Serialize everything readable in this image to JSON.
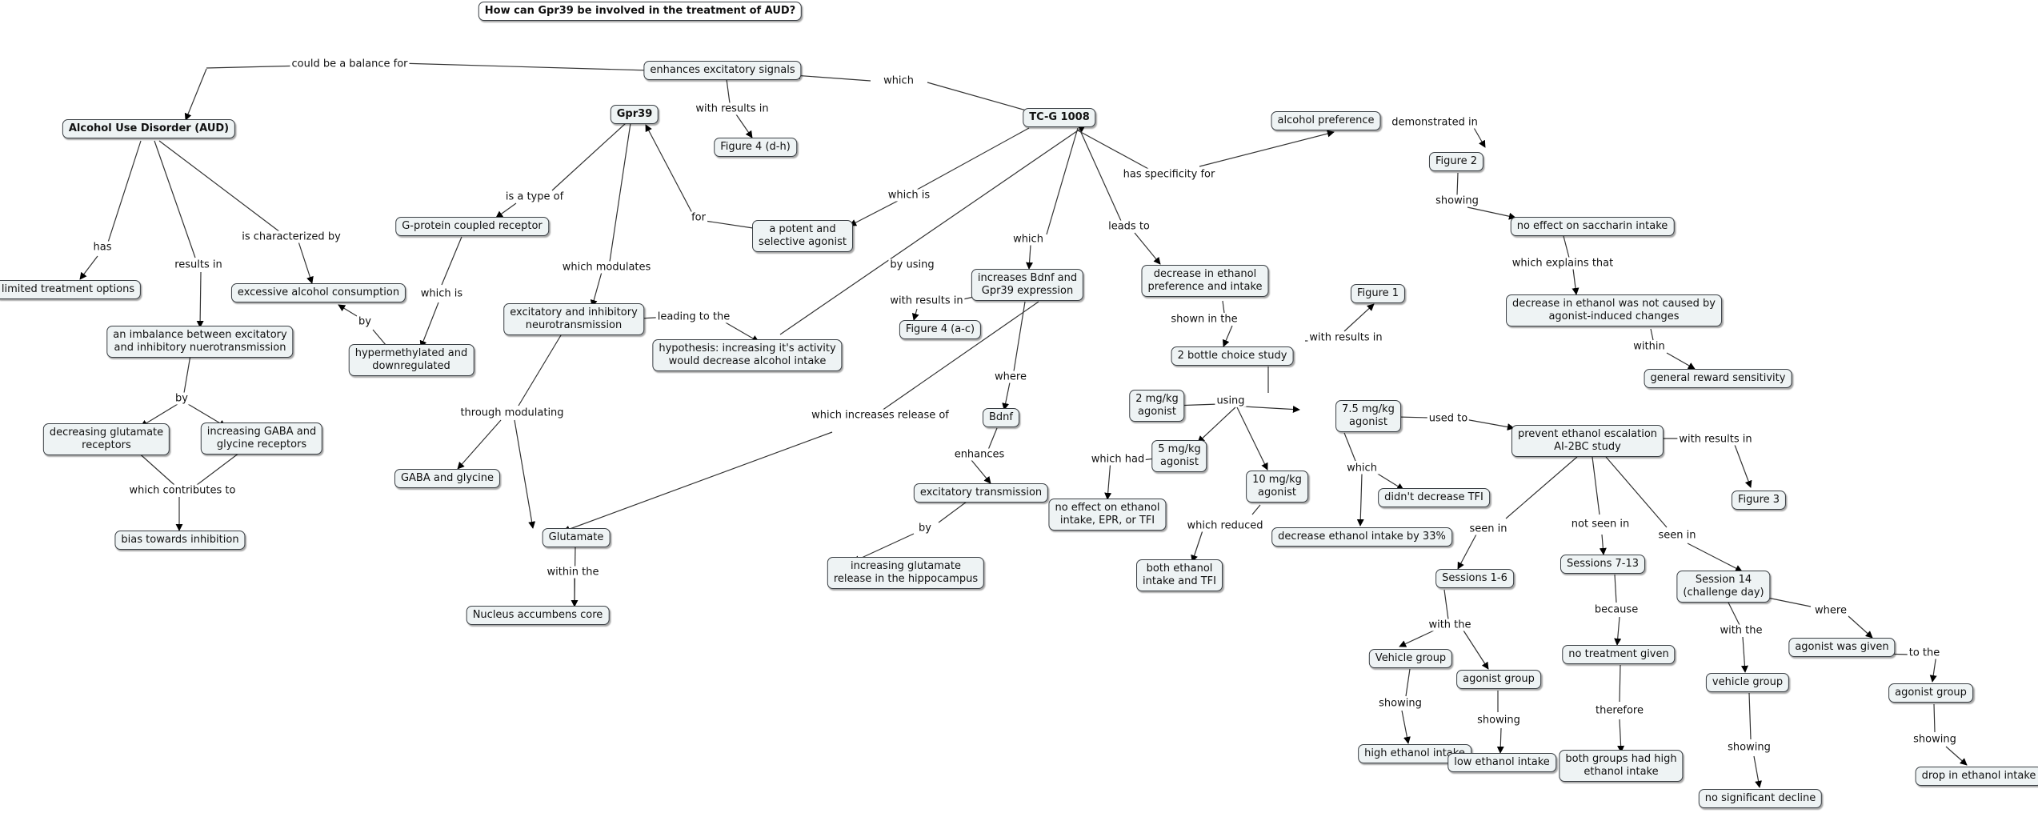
{
  "title": "How can Gpr39 be involved in the treatment of AUD?",
  "nodes": {
    "aud": "Alcohol Use Disorder (AUD)",
    "limited": "limited treatment options",
    "imbalance": "an imbalance between excitatory\nand inhibitory nuerotransmission",
    "excessive": "excessive alcohol consumption",
    "decglut": "decreasing glutamate\nreceptors",
    "incgaba": "increasing GABA and\nglycine receptors",
    "bias": "bias towards inhibition",
    "enhances": "enhances excitatory signals",
    "fig4dh": "Figure 4 (d-h)",
    "gpr39": "Gpr39",
    "gpcr": "G-protein coupled receptor",
    "hyper": "hypermethylated and\ndownregulated",
    "excinh": "excitatory and inhibitory\nneurotransmission",
    "hypothesis": "hypothesis: increasing it's activity\nwould decrease alcohol intake",
    "gaba": "GABA and glycine",
    "glutamate": "Glutamate",
    "nac": "Nucleus accumbens core",
    "potent": "a potent and\nselective agonist",
    "tcg": "TC-G 1008",
    "bdnfgpr": "increases Bdnf and\nGpr39 expression",
    "fig4ac": "Figure 4 (a-c)",
    "bdnf": "Bdnf",
    "exctrans": "excitatory transmission",
    "incglut": "increasing glutamate\nrelease in the hippocampus",
    "alcpref": "alcohol preference",
    "fig2": "Figure 2",
    "nosacch": "no effect on saccharin intake",
    "decnotcaused": "decrease in ethanol was not caused by\nagonist-induced changes",
    "reward": "general reward sensitivity",
    "decethpref": "decrease in ethanol\npreference and intake",
    "fig1": "Figure 1",
    "twobottle": "2 bottle choice study",
    "mg2": "2 mg/kg\nagonist",
    "mg5": "5 mg/kg\nagonist",
    "mg75": "7.5 mg/kg\nagonist",
    "mg10": "10 mg/kg\nagonist",
    "noeffect": "no effect on ethanol\nintake, EPR, or TFI",
    "bothtfi": "both ethanol\nintake and TFI",
    "decby33": "decrease ethanol intake by 33%",
    "didnttfi": "didn't decrease TFI",
    "prevent": "prevent ethanol escalation\nAI-2BC study",
    "fig3": "Figure 3",
    "s16": "Sessions 1-6",
    "s713": "Sessions 7-13",
    "s14": "Session 14\n(challenge day)",
    "vehicle": "Vehicle group",
    "agonistgrp": "agonist group",
    "highintake": "high ethanol intake",
    "lowintake": "low ethanol intake",
    "notreat": "no treatment given",
    "bothhigh": "both groups had high\nethanol intake",
    "vehicle14": "vehicle group",
    "agonistgiven": "agonist was given",
    "agonistgrp14": "agonist group",
    "nodecline": "no significant decline",
    "drop": "drop in ethanol intake"
  },
  "labels": {
    "could_be_balance": "could be a balance for",
    "has": "has",
    "results_in": "results in",
    "is_characterized_by": "is characterized by",
    "by_1": "by",
    "by_2": "by",
    "which_contributes_to": "which contributes to",
    "with_results_in_1": "with results in",
    "which_1": "which",
    "is_a_type_of": "is a type of",
    "which_is_1": "which is",
    "which_modulates": "which modulates",
    "leading_to_the": "leading to the",
    "through_modulating": "through modulating",
    "within_the": "within the",
    "for": "for",
    "which_is_2": "which is",
    "by_using": "by using",
    "which_2": "which",
    "with_results_in_2": "with results in",
    "which_increases_release_of": "which increases release of",
    "where_1": "where",
    "enhances": "enhances",
    "by_3": "by",
    "has_specificity_for": "has specificity for",
    "demonstrated_in": "demonstrated in",
    "showing_1": "showing",
    "which_explains_that": "which explains that",
    "within": "within",
    "leads_to": "leads to",
    "shown_in_the": "shown in the",
    "with_results_in_3": "with results in",
    "using": "using",
    "which_had": "which had",
    "which_reduced": "which reduced",
    "which_3": "which",
    "used_to": "used to",
    "with_results_in_4": "with results in",
    "seen_in_1": "seen in",
    "not_seen_in": "not seen in",
    "seen_in_2": "seen in",
    "with_the_1": "with the",
    "showing_2": "showing",
    "showing_3": "showing",
    "because": "because",
    "therefore": "therefore",
    "with_the_2": "with the",
    "where_2": "where",
    "to_the": "to the",
    "showing_4": "showing",
    "showing_5": "showing"
  }
}
